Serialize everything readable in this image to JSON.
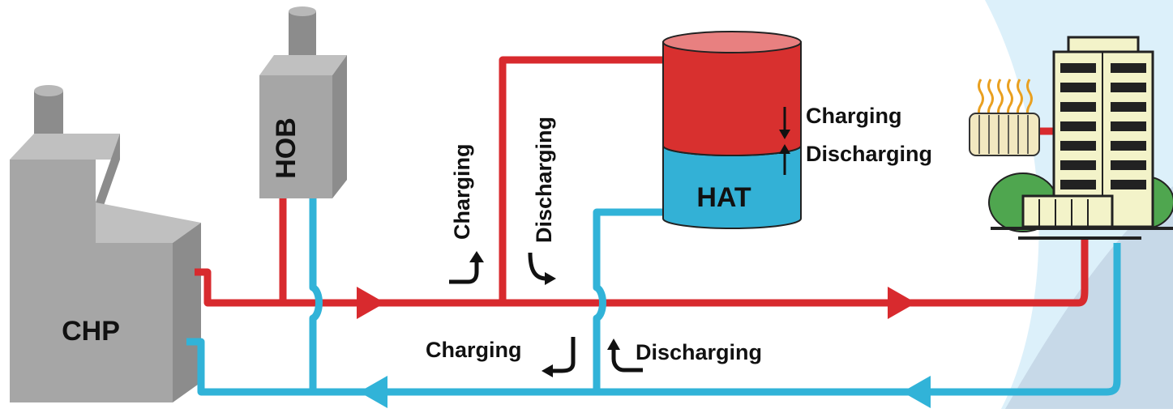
{
  "labels": {
    "chp": "CHP",
    "hob": "HOB",
    "hat": "HAT",
    "tank_charging": "Charging",
    "tank_discharging": "Discharging",
    "supply_charging": "Charging",
    "supply_discharging": "Discharging",
    "return_charging": "Charging",
    "return_discharging": "Discharging"
  },
  "colors": {
    "supply_pipe": "#d82a2e",
    "return_pipe": "#31b3d8",
    "tank_hot": "#d8302f",
    "tank_hot_top": "#e88080",
    "tank_cold": "#33b1d6",
    "building_gray_front": "#a6a6a6",
    "building_gray_side": "#8c8c8c",
    "building_gray_top": "#c0c0c0",
    "apartment": "#f3f3c9",
    "trees": "#4fa64f",
    "background_accent": "#dcf0fa"
  },
  "icons": {
    "chp_plant": "factory-icon",
    "hob_boiler": "boiler-icon",
    "consumer": "apartment-building-icon",
    "radiator": "radiator-icon"
  }
}
